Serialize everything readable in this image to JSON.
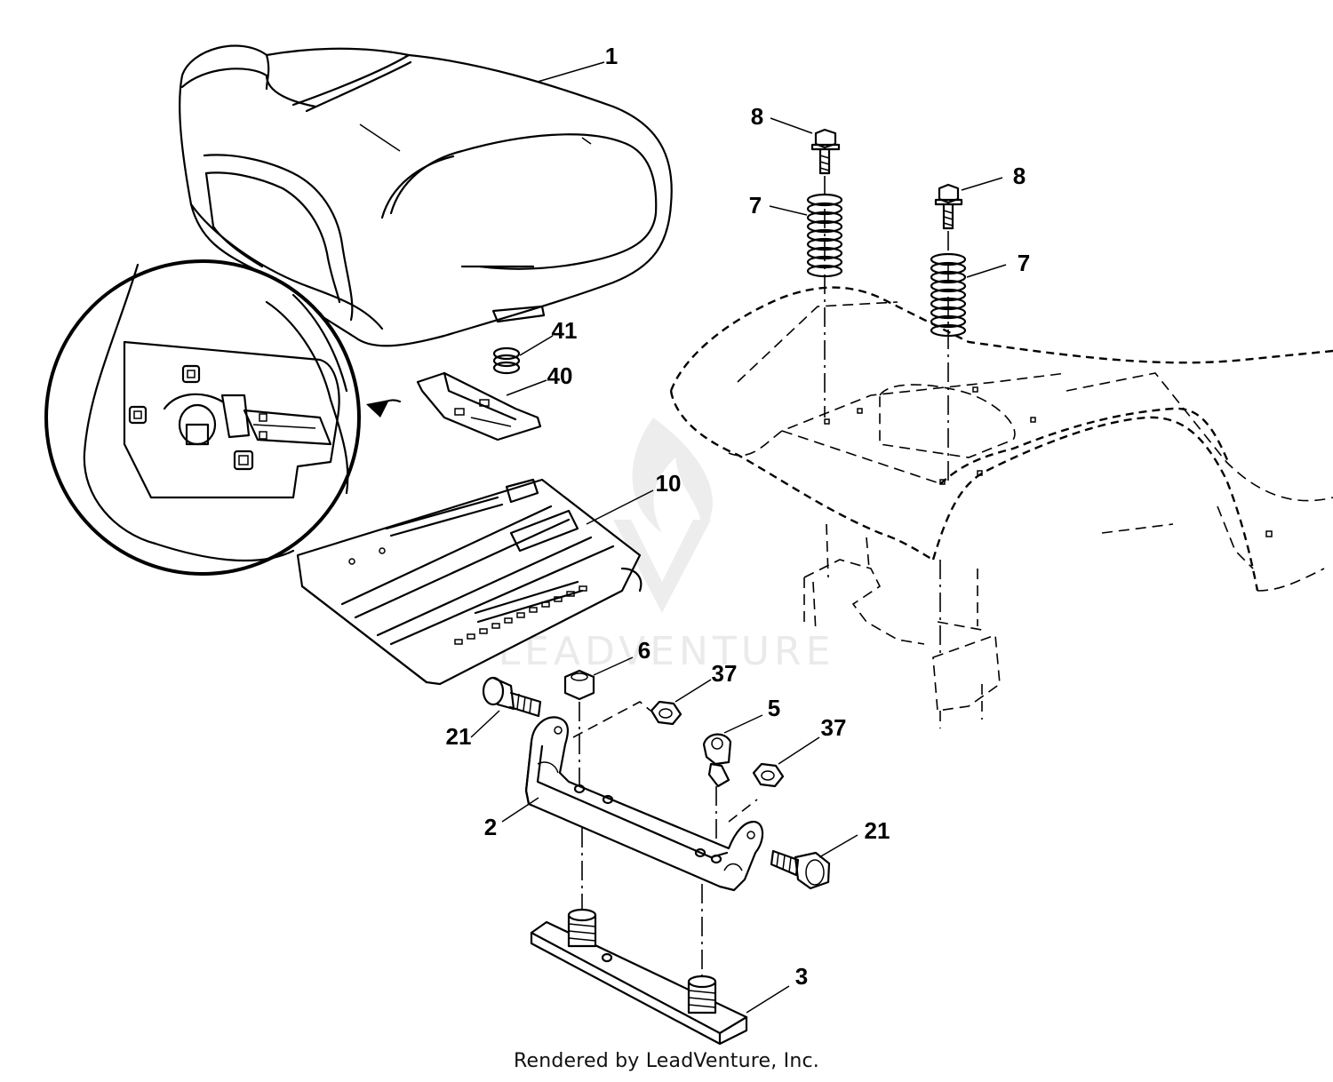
{
  "diagram": {
    "footer": "Rendered by LeadVenture, Inc.",
    "watermark": "LEADVENTURE",
    "callouts": [
      {
        "id": "seat",
        "label": "1"
      },
      {
        "id": "bolt-left",
        "label": "8"
      },
      {
        "id": "bolt-right",
        "label": "8"
      },
      {
        "id": "spring-left",
        "label": "7"
      },
      {
        "id": "spring-right",
        "label": "7"
      },
      {
        "id": "spring-small",
        "label": "41"
      },
      {
        "id": "latch-plate",
        "label": "40"
      },
      {
        "id": "seat-pan",
        "label": "10"
      },
      {
        "id": "locknut",
        "label": "6"
      },
      {
        "id": "nut-upper",
        "label": "37"
      },
      {
        "id": "nut-lower",
        "label": "37"
      },
      {
        "id": "clip",
        "label": "5"
      },
      {
        "id": "shoulder-bolt-left",
        "label": "21"
      },
      {
        "id": "shoulder-bolt-right",
        "label": "21"
      },
      {
        "id": "bracket",
        "label": "2"
      },
      {
        "id": "base-plate",
        "label": "3"
      }
    ]
  }
}
